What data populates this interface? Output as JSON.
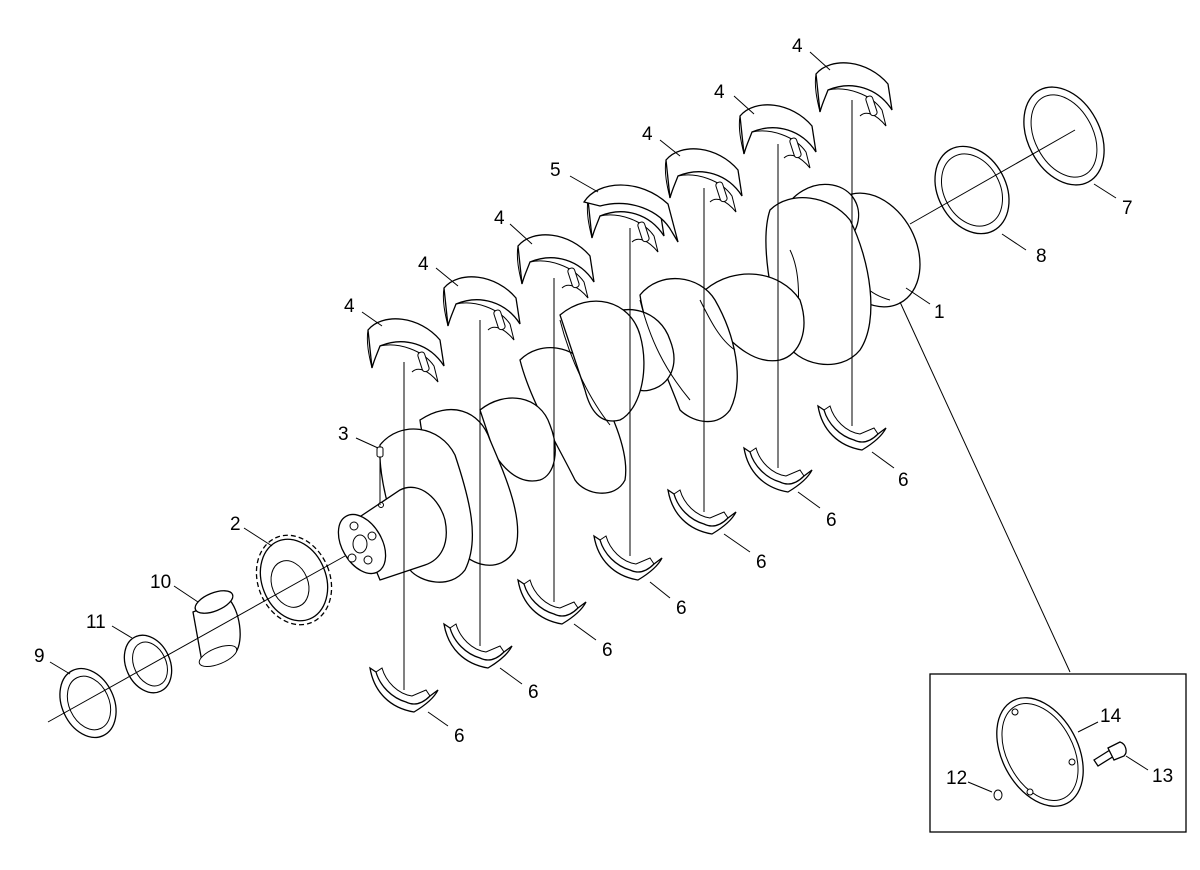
{
  "callouts": {
    "c1": "1",
    "c2": "2",
    "c3": "3",
    "c4a": "4",
    "c4b": "4",
    "c4c": "4",
    "c4d": "4",
    "c4e": "4",
    "c4f": "4",
    "c5": "5",
    "c6a": "6",
    "c6b": "6",
    "c6c": "6",
    "c6d": "6",
    "c6e": "6",
    "c6f": "6",
    "c6g": "6",
    "c7": "7",
    "c8": "8",
    "c9": "9",
    "c10": "10",
    "c11": "11",
    "c12": "12",
    "c13": "13",
    "c14": "14"
  }
}
